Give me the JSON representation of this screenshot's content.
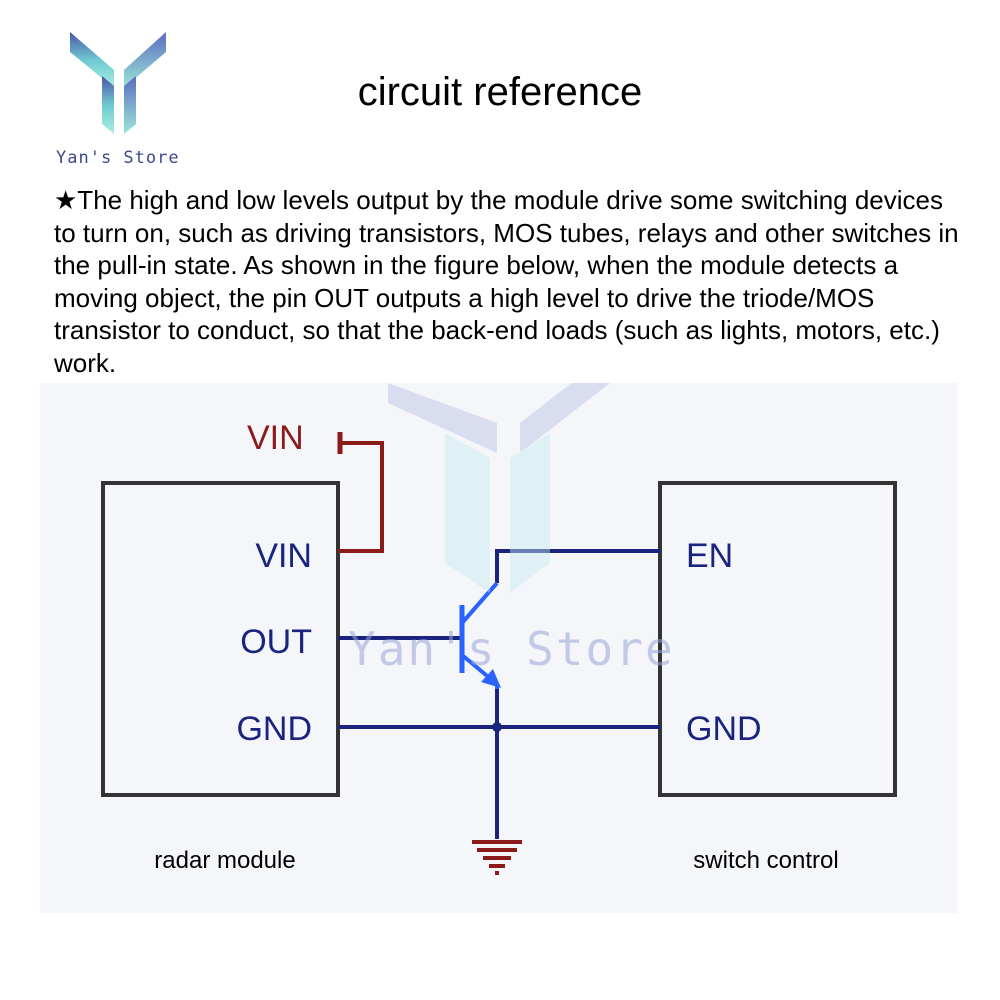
{
  "brand": {
    "name": "Yan's Store",
    "colors": {
      "logo_top": "#5a6fb8",
      "logo_mid": "#7fd8d8",
      "logo_text": "#3a4a8c"
    }
  },
  "header": {
    "title": "circuit reference"
  },
  "description": {
    "text": "★The high and low levels output by the module drive some switching devices to turn on, such as driving transistors, MOS tubes, relays and other switches in the pull-in state. As shown in the figure below, when the module detects a moving object, the pin OUT outputs a high level to drive the triode/MOS transistor to conduct, so that the back-end loads (such as lights, motors, etc.) work."
  },
  "diagram": {
    "supply_label": "VIN",
    "radar_module": {
      "name": "radar module",
      "pins": [
        "VIN",
        "OUT",
        "GND"
      ]
    },
    "switch_control": {
      "name": "switch control",
      "pins": [
        "EN",
        "GND"
      ]
    },
    "colors": {
      "supply": "#8b1a1a",
      "wire": "#1a237e",
      "transistor": "#2962ff",
      "ground": "#8b1a1a",
      "box": "#333333",
      "panel": "#f4f6fa"
    }
  },
  "watermark": {
    "text": "Yan's Store"
  }
}
